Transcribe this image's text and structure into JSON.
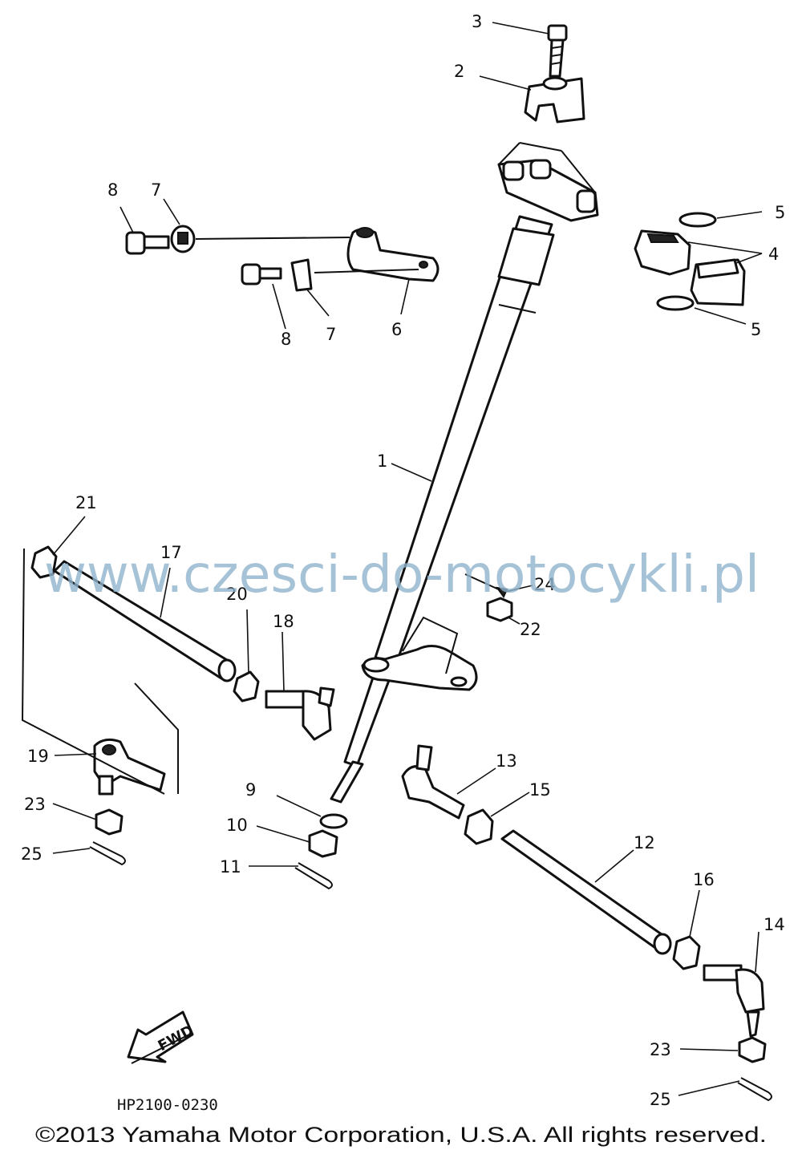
{
  "diagram": {
    "callouts": {
      "c1": "1",
      "c2": "2",
      "c3": "3",
      "c4": "4",
      "c5a": "5",
      "c5b": "5",
      "c6": "6",
      "c7a": "7",
      "c7b": "7",
      "c8a": "8",
      "c8b": "8",
      "c9": "9",
      "c10": "10",
      "c11": "11",
      "c12": "12",
      "c13": "13",
      "c14": "14",
      "c15": "15",
      "c16": "16",
      "c17": "17",
      "c18": "18",
      "c19": "19",
      "c20": "20",
      "c21": "21",
      "c22": "22",
      "c23a": "23",
      "c23b": "23",
      "c24": "24",
      "c25a": "25",
      "c25b": "25"
    },
    "fwd_label": "FWD",
    "drawing_code": "HP2100-0230",
    "watermark": "www.czesci-do-motocykli.pl",
    "copyright": "©2013 Yamaha Motor Corporation, U.S.A. All rights reserved."
  }
}
